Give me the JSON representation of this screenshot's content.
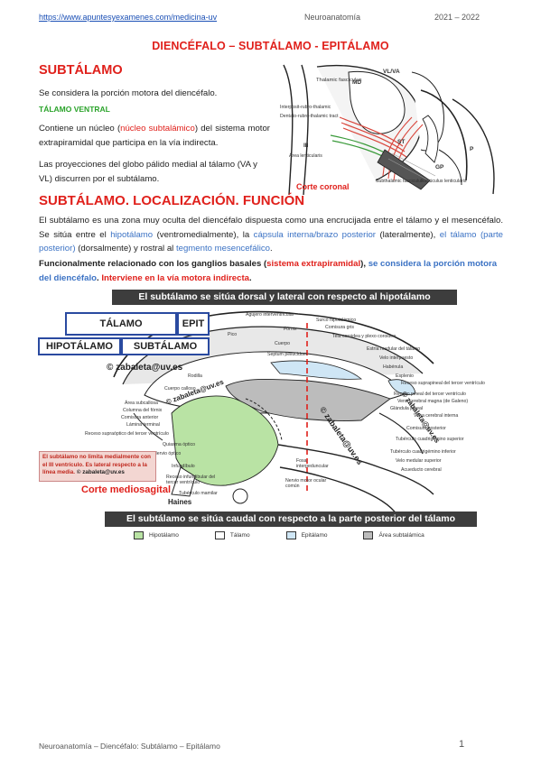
{
  "header": {
    "link": "https://www.apuntesyexamenes.com/medicina-uv",
    "subject": "Neuroanatomía",
    "year": "2021 – 2022"
  },
  "title": "DIENCÉFALO – SUBTÁLAMO - EPITÁLAMO",
  "section1": {
    "heading": "SUBTÁLAMO",
    "intro": "Se considera la porción motora del diencéfalo.",
    "subheading": "TÁLAMO VENTRAL",
    "p2": [
      {
        "t": "Contiene un núcleo (",
        "c": ""
      },
      {
        "t": "núcleo subtalámico",
        "c": "red"
      },
      {
        "t": ") del sistema motor extrapiramidal que participa en la vía indirecta.",
        "c": ""
      }
    ],
    "p3": "Las proyecciones del globo pálido medial al tálamo (VA y VL) discurren por el subtálamo."
  },
  "figure1": {
    "caption": "Corte coronal",
    "labels": {
      "vl_va": "VL/VA",
      "md": "MD",
      "thalamic": "Thalamic fasciculus",
      "interpos": "Interposit-rubro-thalamic",
      "dentato": "Dentato-rubro-thalamic tract",
      "iii": "III",
      "area_lent": "Área lenticularis",
      "gp": "GP",
      "st": "ST",
      "p": "P",
      "subth_fasc": "Subthalamic fasciculus",
      "fasc_lent": "Fasciculus lenticularis"
    }
  },
  "section2": {
    "heading": "SUBTÁLAMO. LOCALIZACIÓN. FUNCIÓN",
    "p4": [
      {
        "t": "El subtálamo es una zona muy oculta del diencéfalo dispuesta como una encrucijada entre el tálamo y el mesencéfalo. Se sitúa entre el ",
        "c": ""
      },
      {
        "t": "hipotálamo",
        "c": "blue"
      },
      {
        "t": " (ventromedialmente), la ",
        "c": ""
      },
      {
        "t": "cápsula interna/brazo posterior",
        "c": "blue"
      },
      {
        "t": " (lateralmente), ",
        "c": ""
      },
      {
        "t": "el tálamo (parte posterior)",
        "c": "blue"
      },
      {
        "t": " (dorsalmente) y rostral al ",
        "c": ""
      },
      {
        "t": "tegmento mesencefálico",
        "c": "blue"
      },
      {
        "t": ".",
        "c": ""
      }
    ],
    "p5": [
      {
        "t": "Funcionalmente relacionado con los ganglios basales (",
        "c": "bold"
      },
      {
        "t": "sistema extrapiramidal",
        "c": "bold red"
      },
      {
        "t": "), ",
        "c": "bold"
      },
      {
        "t": "se considera la porción motora del diencéfalo",
        "c": "bold blue"
      },
      {
        "t": ". ",
        "c": "bold"
      },
      {
        "t": "Interviene en la vía motora indirecta",
        "c": "bold red"
      },
      {
        "t": ".",
        "c": "bold"
      }
    ]
  },
  "figure2": {
    "banner_top": "El subtálamo se sitúa dorsal y lateral con respecto al hipotálamo",
    "banner_bottom": "El subtálamo se sitúa caudal con respecto  a la parte posterior del tálamo",
    "box_talamo": "TÁLAMO",
    "box_epit": "EPIT",
    "box_hipotalamo": "HIPOTÁLAMO",
    "box_subtalamo": "SUBTÁLAMO",
    "copyright": "© zabaleta@uv.es",
    "warning": "El subtálamo no limita medialmente con el III ventrículo. Es lateral respecto a la línea media.",
    "warning_copy": "© zabaleta@uv.es",
    "caption": "Corte mediosagital",
    "source": "Haines",
    "watermark": "© zabaleta@uv.es",
    "labels_top": [
      "Agujero interventricular",
      "Fórnix",
      "Surco hipotalámico",
      "Comisura gris",
      "Tela coroidea y plexo coroideo",
      "Estría medular del tálamo",
      "Velo interpuesto",
      "Habénula",
      "Pico",
      "Cuerpo",
      "Septum pellucidum",
      "Rodilla",
      "Cuerpo calloso",
      "Esplenio"
    ],
    "labels_right": [
      "Receso suprapineal del tercer ventrículo",
      "Receso pineal del tercer ventrículo",
      "Vena cerebral magna (de Galeno)",
      "Glándula pineal",
      "Vena cerebral interna",
      "Comisura posterior",
      "Tubérculo cuadrigémino superior",
      "Tubérculo cuadrigémino inferior",
      "Velo medular superior",
      "Acueducto cerebral"
    ],
    "labels_left": [
      "Área subcallosa",
      "Columna del fórnix",
      "Comisura anterior",
      "Lámina terminal",
      "Receso supraóptico del tercer ventrículo",
      "Quiasma óptico",
      "Nervio óptico",
      "Infundíbulo",
      "Receso infundibular del tercer ventrículo",
      "Tubérculo mamilar"
    ],
    "labels_bottom": [
      "Fosa interpeduncular",
      "Nervio motor ocular común"
    ],
    "legend": [
      {
        "label": "Hipotálamo",
        "color": "#b9e3a4"
      },
      {
        "label": "Tálamo",
        "color": "#ffffff"
      },
      {
        "label": "Epitálamo",
        "color": "#cfe6f5"
      },
      {
        "label": "Área subtalámica",
        "color": "#bcbcbc"
      }
    ]
  },
  "footer": {
    "left": "Neuroanatomía – Diencéfalo: Subtálamo – Epitálamo",
    "page": "1"
  }
}
